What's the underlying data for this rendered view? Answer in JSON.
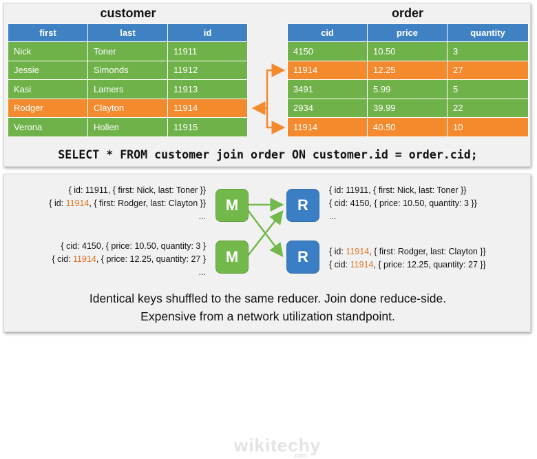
{
  "customer": {
    "title": "customer",
    "headers": [
      "first",
      "last",
      "id"
    ],
    "rows": [
      {
        "first": "Nick",
        "last": "Toner",
        "id": "11911",
        "color": "green"
      },
      {
        "first": "Jessie",
        "last": "Simonds",
        "id": "11912",
        "color": "green"
      },
      {
        "first": "Kasi",
        "last": "Lamers",
        "id": "11913",
        "color": "green"
      },
      {
        "first": "Rodger",
        "last": "Clayton",
        "id": "11914",
        "color": "orange"
      },
      {
        "first": "Verona",
        "last": "Hollen",
        "id": "11915",
        "color": "green"
      }
    ]
  },
  "order": {
    "title": "order",
    "headers": [
      "cid",
      "price",
      "quantity"
    ],
    "rows": [
      {
        "cid": "4150",
        "price": "10.50",
        "quantity": "3",
        "color": "green"
      },
      {
        "cid": "11914",
        "price": "12.25",
        "quantity": "27",
        "color": "orange"
      },
      {
        "cid": "3491",
        "price": "5.99",
        "quantity": "5",
        "color": "green"
      },
      {
        "cid": "2934",
        "price": "39.99",
        "quantity": "22",
        "color": "green"
      },
      {
        "cid": "11914",
        "price": "40.50",
        "quantity": "10",
        "color": "orange"
      }
    ]
  },
  "sql": "SELECT * FROM customer join order ON customer.id = order.cid;",
  "mappers": {
    "m1": {
      "label": "M",
      "lines": [
        {
          "pre": "{ id: ",
          "key": "11911",
          "post": ", { first: Nick, last: Toner }}",
          "highlight": false
        },
        {
          "pre": "{ id: ",
          "key": "11914",
          "post": ", { first: Rodger, last: Clayton }}",
          "highlight": true
        }
      ],
      "ellipsis": "..."
    },
    "m2": {
      "label": "M",
      "lines": [
        {
          "pre": "{ cid: ",
          "key": "4150",
          "post": ", { price: 10.50, quantity: 3 }",
          "highlight": false
        },
        {
          "pre": "{ cid: ",
          "key": "11914",
          "post": ", { price: 12.25, quantity: 27 }",
          "highlight": true
        }
      ],
      "ellipsis": "..."
    }
  },
  "reducers": {
    "r1": {
      "label": "R",
      "lines": [
        {
          "pre": "{ id: ",
          "key": "11911",
          "post": ", { first: Nick, last: Toner }}",
          "highlight": false
        },
        {
          "pre": "{ cid: ",
          "key": "4150",
          "post": ", { price: 10.50, quantity: 3 }}",
          "highlight": false
        }
      ],
      "ellipsis": "..."
    },
    "r2": {
      "label": "R",
      "lines": [
        {
          "pre": "{ id: ",
          "key": "11914",
          "post": ", { first: Rodger, last: Clayton }}",
          "highlight": true
        },
        {
          "pre": "{ cid: ",
          "key": "11914",
          "post": ", { price: 12.25, quantity: 27 }}",
          "highlight": true
        }
      ]
    }
  },
  "watermark": {
    "text": "wikitechy",
    "sub": ".com"
  },
  "caption": {
    "line1": "Identical keys shuffled to the same reducer. Join done reduce-side.",
    "line2": "Expensive from a network utilization standpoint."
  },
  "colors": {
    "green": "#6fb24a",
    "orange": "#f48a2e",
    "blue": "#3f82c4",
    "highlight": "#e3731e"
  }
}
